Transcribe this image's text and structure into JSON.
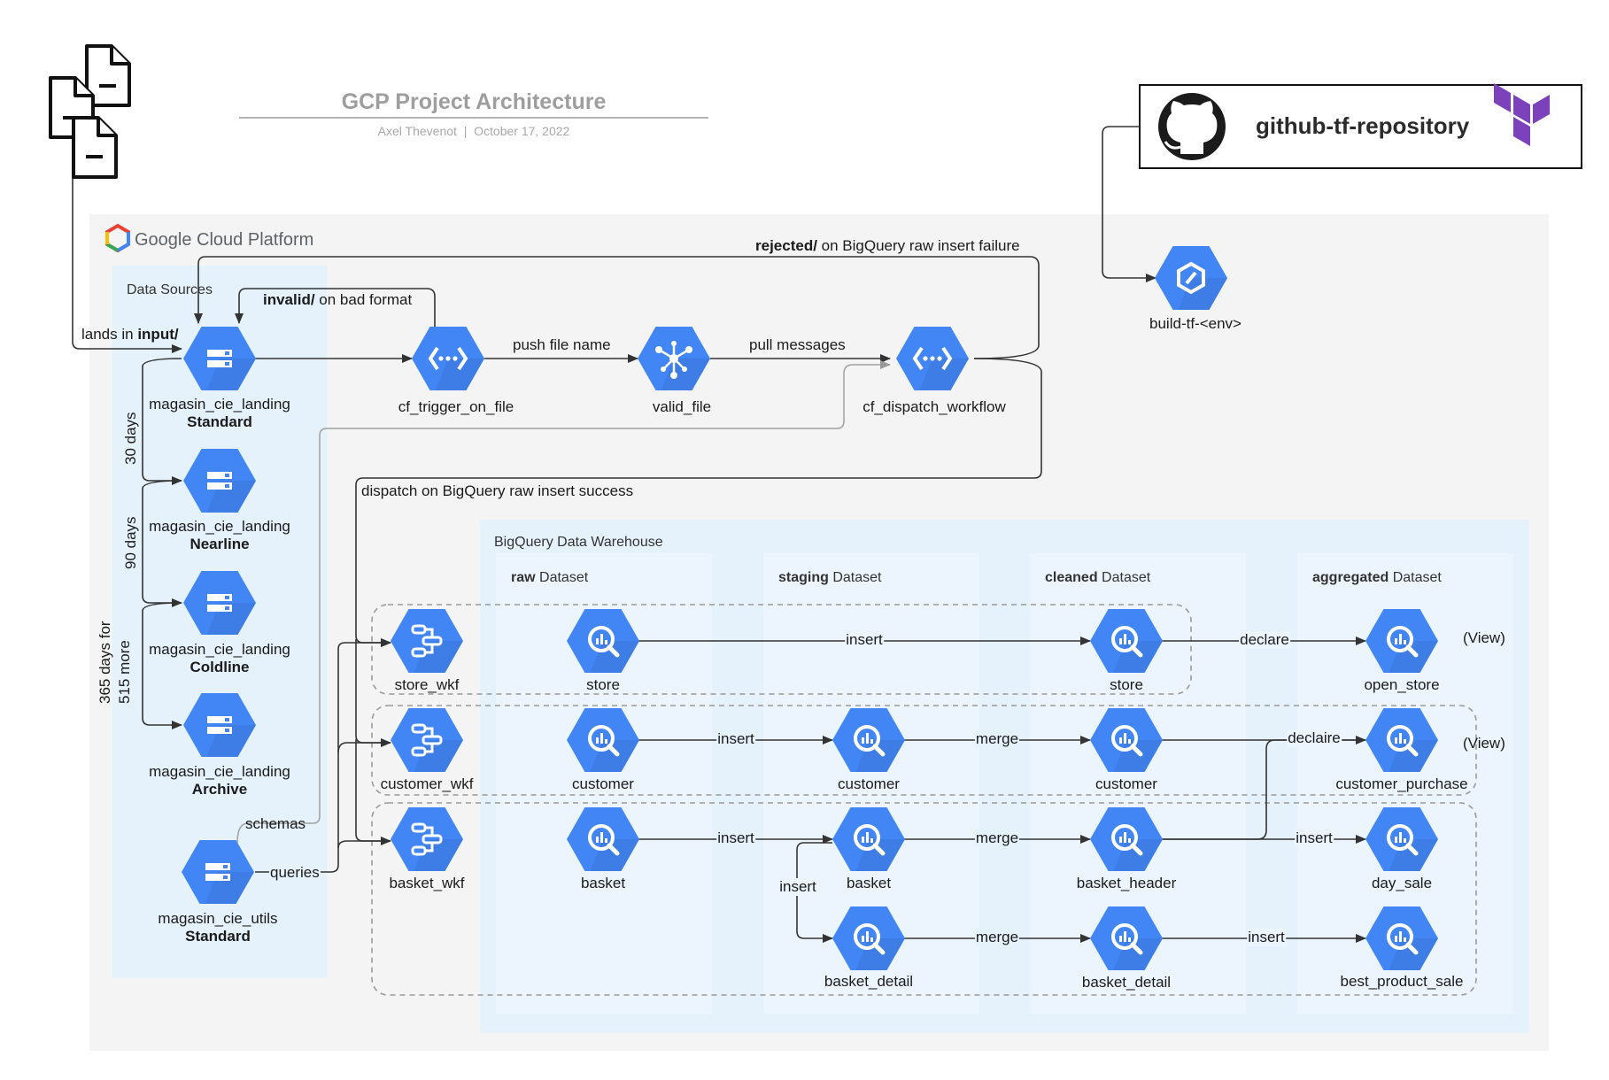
{
  "header": {
    "title": "GCP Project Architecture",
    "author": "Axel Thevenot",
    "separator": "|",
    "date": "October 17, 2022"
  },
  "github": {
    "label": "github-tf-repository",
    "icons": [
      "github-icon",
      "terraform-icon"
    ]
  },
  "gcp": {
    "logo_text": "Google Cloud Platform",
    "build_label": "build-tf-<env>"
  },
  "sections": {
    "data_sources": "Data Sources",
    "bq": "BigQuery Data Warehouse",
    "raw": {
      "bold": "raw",
      "rest": " Dataset"
    },
    "staging": {
      "bold": "staging",
      "rest": " Dataset"
    },
    "cleaned": {
      "bold": "cleaned",
      "rest": " Dataset"
    },
    "aggregated": {
      "bold": "aggregated",
      "rest": " Dataset"
    }
  },
  "storage": [
    {
      "name": "magasin_cie_landing",
      "class": "Standard"
    },
    {
      "name": "magasin_cie_landing",
      "class": "Nearline"
    },
    {
      "name": "magasin_cie_landing",
      "class": "Coldline"
    },
    {
      "name": "magasin_cie_landing",
      "class": "Archive"
    },
    {
      "name": "magasin_cie_utils",
      "class": "Standard"
    }
  ],
  "retention": {
    "d30": "30 days",
    "d90": "90 days",
    "d365_line1": "365 days for",
    "d365_line2": "515 more"
  },
  "pipeline": {
    "cf_trigger": "cf_trigger_on_file",
    "topic": "valid_file",
    "cf_dispatch": "cf_dispatch_workflow"
  },
  "edges": {
    "lands_prefix": "lands in ",
    "lands_bold": "input/",
    "invalid_bold": "invalid/",
    "invalid_rest": " on bad format",
    "rejected_bold": "rejected/",
    "rejected_rest": " on BigQuery raw insert failure",
    "push": "push file name",
    "pull": "pull messages",
    "dispatch": "dispatch on BigQuery raw insert success",
    "schemas": "schemas",
    "queries": "queries",
    "insert": "insert",
    "merge": "merge",
    "declare": "declare",
    "declaire": "declaire"
  },
  "workflows": [
    "store_wkf",
    "customer_wkf",
    "basket_wkf"
  ],
  "tables": {
    "raw_store": "store",
    "raw_customer": "customer",
    "raw_basket": "basket",
    "stg_customer": "customer",
    "stg_basket": "basket",
    "stg_basket_detail": "basket_detail",
    "cln_store": "store",
    "cln_customer": "customer",
    "cln_basket_header": "basket_header",
    "cln_basket_detail": "basket_detail",
    "agg_open_store": "open_store",
    "agg_customer_purchase": "customer_purchase",
    "agg_day_sale": "day_sale",
    "agg_best_product_sale": "best_product_sale"
  },
  "view_tag": "(View)",
  "colors": {
    "gcp_blue": "#4285f4",
    "hex_dark": "#3a76d8",
    "panel_gray": "#f4f4f4",
    "light_blue": "#e5f2fc",
    "terraform_purple": "#7b42bc"
  }
}
